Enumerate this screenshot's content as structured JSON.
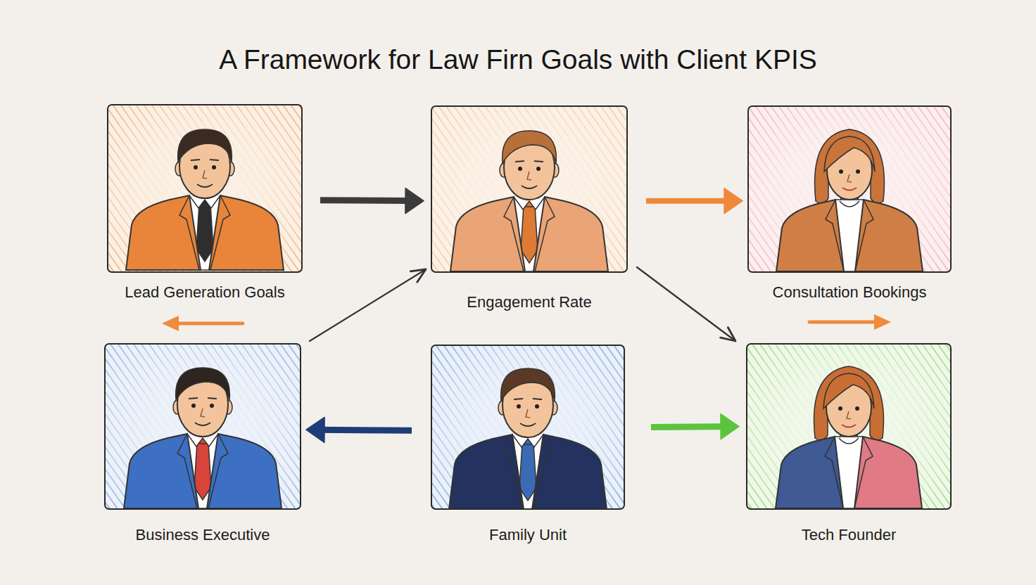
{
  "diagram": {
    "title": "A Framework for Law Firn Goals with Client KPIS",
    "nodes": [
      {
        "text": [
          "Lead Generation Goals"
        ]
      },
      {
        "text": [
          "Engagement Rate"
        ]
      },
      {
        "text": [
          "Consultation Bookings"
        ]
      },
      {
        "text": [
          "Business Executive"
        ]
      },
      {
        "text": [
          "Family Unit"
        ]
      },
      {
        "text": [
          "Tech Founder"
        ]
      }
    ],
    "edges": [
      {
        "from": 0,
        "to": 1,
        "arrow": "to"
      },
      {
        "from": 1,
        "to": 2,
        "arrow": "to"
      },
      {
        "from": 3,
        "to": 1,
        "arrow": "to"
      },
      {
        "from": 1,
        "to": 5,
        "arrow": "to"
      },
      {
        "from": 4,
        "to": 3,
        "arrow": "to"
      },
      {
        "from": 4,
        "to": 5,
        "arrow": "to"
      }
    ]
  }
}
